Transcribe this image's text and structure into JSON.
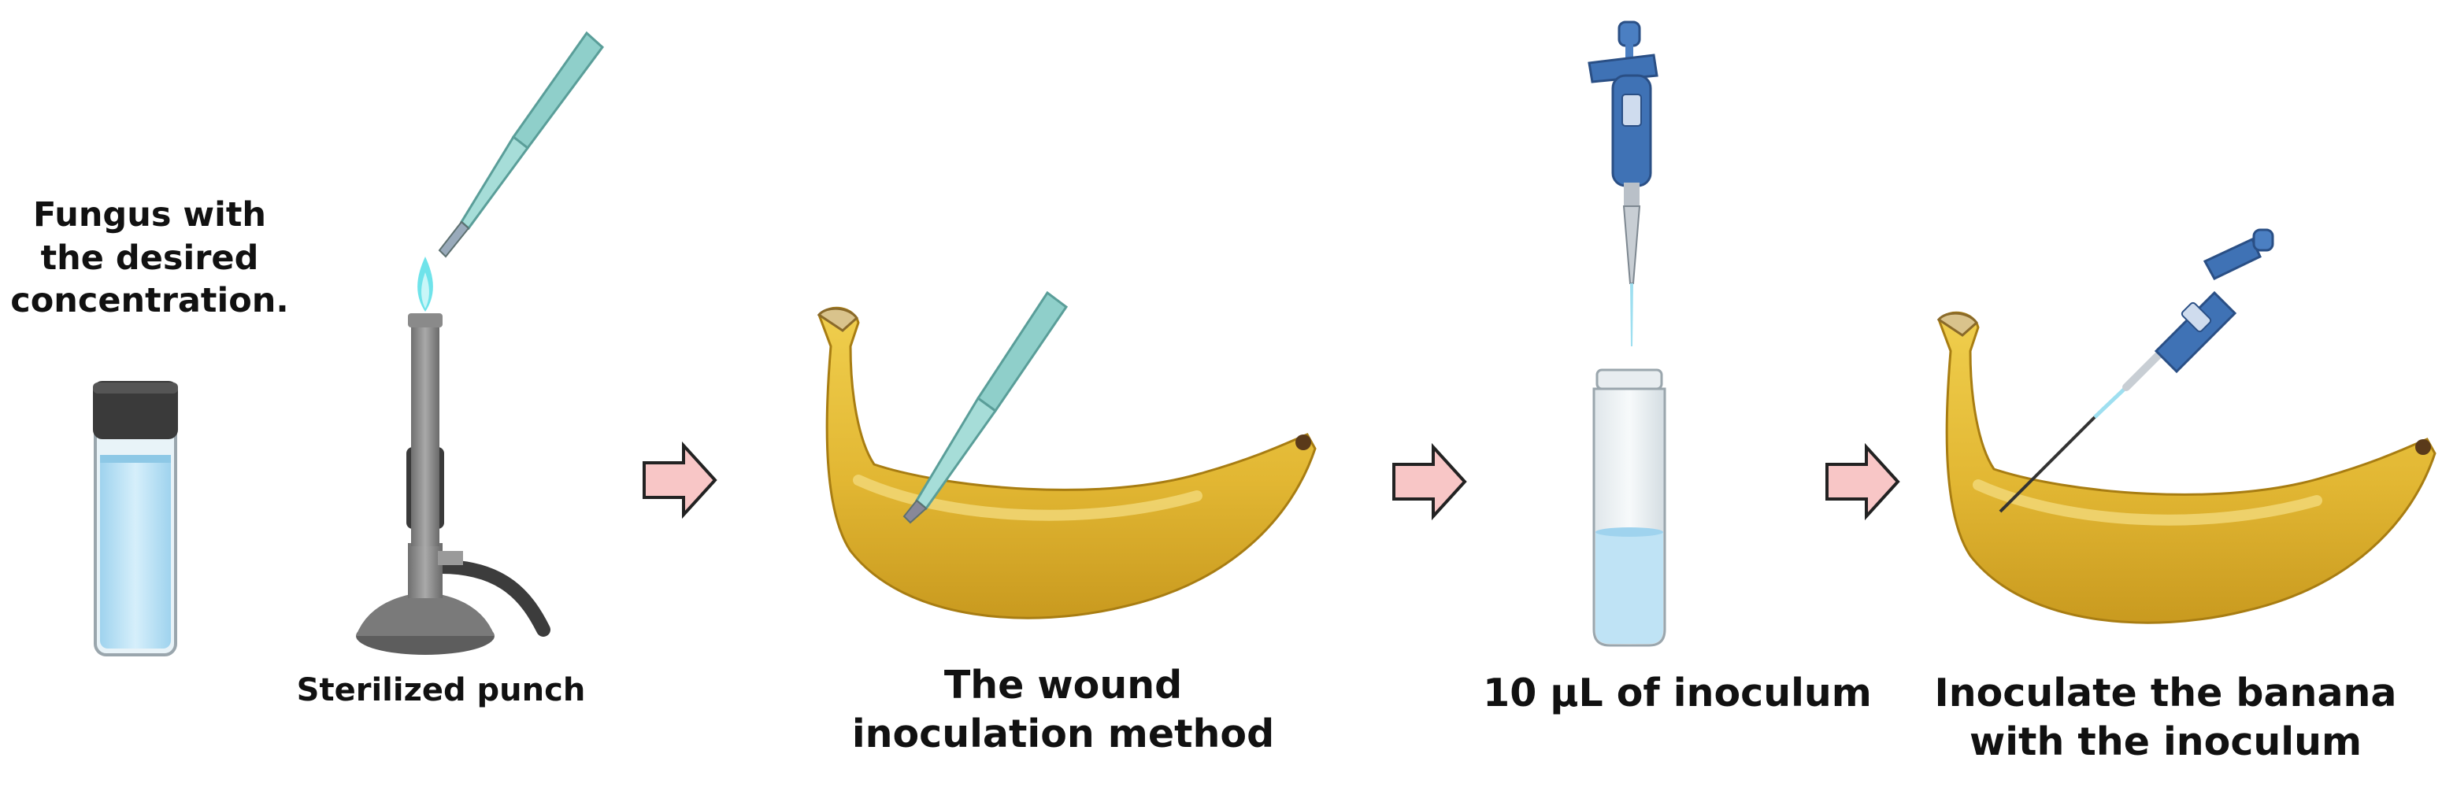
{
  "labels": {
    "fungus": [
      "Fungus with",
      "the desired",
      "concentration."
    ],
    "punch": "Sterilized punch",
    "wound": [
      "The wound",
      "inoculation method"
    ],
    "inoculum": "10 µL of inoculum",
    "inoculate": [
      "Inoculate the banana",
      "with the inoculum"
    ]
  },
  "colors": {
    "arrow_fill": "#f8c6c6",
    "arrow_stroke": "#222222",
    "banana_yellow": "#e6be3a",
    "banana_shadow": "#c99a1f",
    "punch_teal": "#8fcfca",
    "pipette_blue": "#3f72b5",
    "liquid_blue": "#bfe3f5",
    "vial_cap": "#3a3a3a",
    "burner_gray": "#8c8c8c",
    "flame_cyan": "#5fe0e8"
  },
  "icons": [
    "vial-icon",
    "bunsen-burner-icon",
    "punch-tool-icon",
    "banana-icon",
    "micropipette-icon",
    "glass-vial-icon",
    "arrow-right-icon"
  ]
}
